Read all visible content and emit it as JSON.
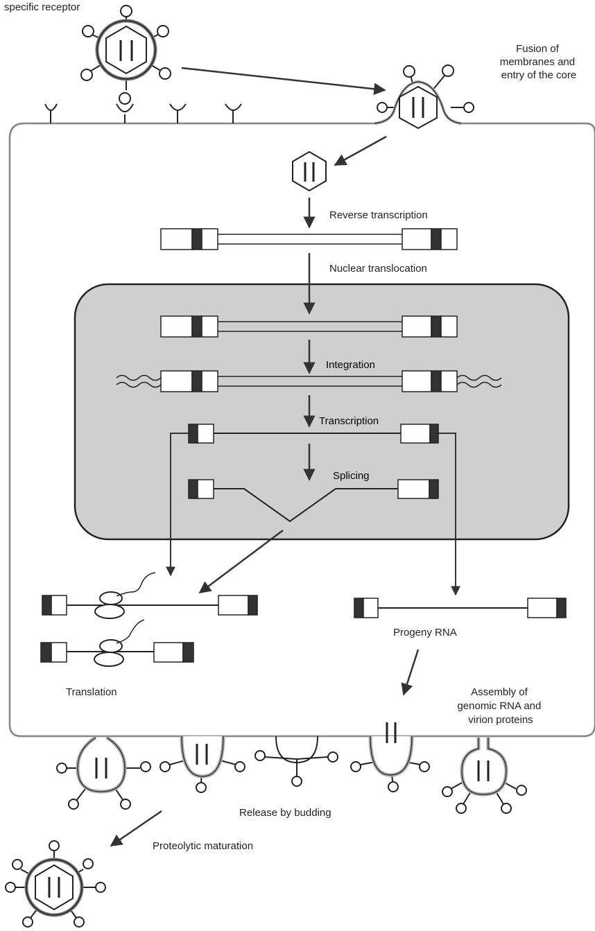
{
  "labels": {
    "specific_receptor": "specific receptor",
    "fusion": [
      "Fusion of",
      "membranes and",
      "entry of the core"
    ],
    "reverse_transcription": "Reverse transcription",
    "nuclear_translocation": "Nuclear translocation",
    "integration": "Integration",
    "transcription": "Transcription",
    "splicing": "Splicing",
    "progeny_rna": "Progeny RNA",
    "translation": "Translation",
    "assembly": [
      "Assembly of",
      "genomic RNA and",
      "virion proteins"
    ],
    "release_by_budding": "Release by budding",
    "proteolytic_maturation": "Proteolytic maturation"
  },
  "colors": {
    "ink": "#222222",
    "dark_bar": "#333333",
    "nucleus_fill": "#cfcfcf",
    "membrane_shade": "#b0b0b0",
    "white": "#ffffff"
  }
}
